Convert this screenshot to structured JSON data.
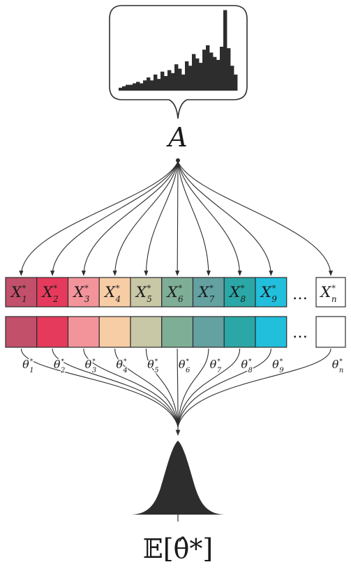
{
  "sample_label": "A",
  "expectation_label": "𝔼[θ̂*]",
  "sample_boxes": [
    {
      "sym": "X",
      "sub": "1",
      "color": "#c2506b"
    },
    {
      "sym": "X",
      "sub": "2",
      "color": "#e63a5c"
    },
    {
      "sym": "X",
      "sub": "3",
      "color": "#f3949b"
    },
    {
      "sym": "X",
      "sub": "4",
      "color": "#f7cda6"
    },
    {
      "sym": "X",
      "sub": "5",
      "color": "#c8c7a6"
    },
    {
      "sym": "X",
      "sub": "6",
      "color": "#7fae97"
    },
    {
      "sym": "X",
      "sub": "7",
      "color": "#64a1a1"
    },
    {
      "sym": "X",
      "sub": "8",
      "color": "#2aa7a6"
    },
    {
      "sym": "X",
      "sub": "9",
      "color": "#21bfdc"
    },
    {
      "sym": "X",
      "sub": "n",
      "color": "#ffffff"
    }
  ],
  "theta_labels": [
    {
      "sym": "θ",
      "sub": "1"
    },
    {
      "sym": "θ",
      "sub": "2"
    },
    {
      "sym": "θ",
      "sub": "3"
    },
    {
      "sym": "θ",
      "sub": "4"
    },
    {
      "sym": "θ",
      "sub": "5"
    },
    {
      "sym": "θ",
      "sub": "6"
    },
    {
      "sym": "θ",
      "sub": "7"
    },
    {
      "sym": "θ",
      "sub": "8"
    },
    {
      "sym": "θ",
      "sub": "9"
    },
    {
      "sym": "θ",
      "sub": "n"
    }
  ],
  "superscript": "*",
  "ellipsis": "…",
  "ink_color": "#2d2d2d"
}
